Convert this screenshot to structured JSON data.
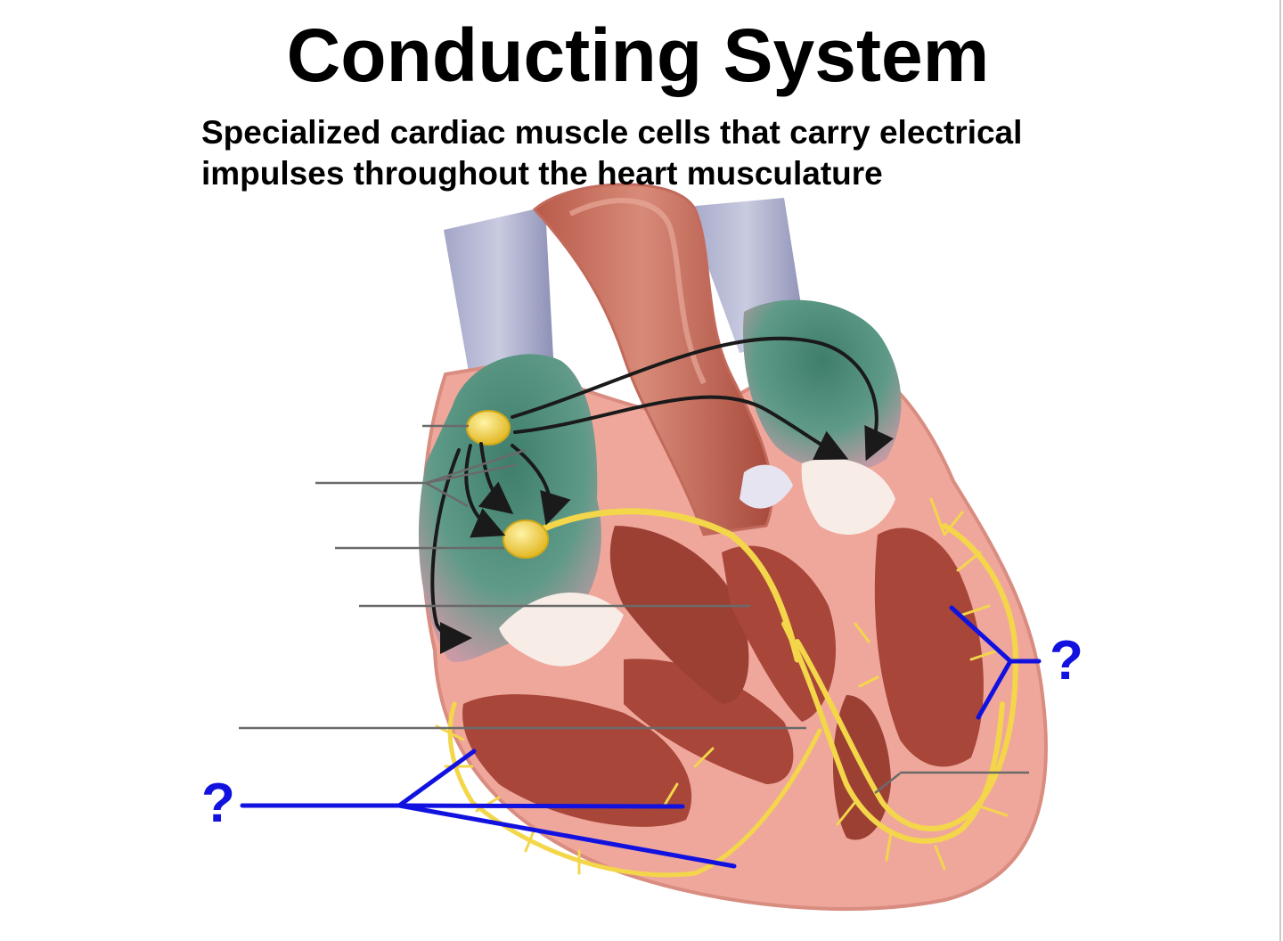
{
  "slide": {
    "title": "Conducting System",
    "subtitle_lines": [
      "Specialized cardiac muscle cells that carry electrical",
      "impulses throughout the heart musculature"
    ]
  },
  "labels": {
    "question_right": "?",
    "question_left": "?"
  },
  "colors": {
    "conduction_pathway": "#f3d64a",
    "node": "#f2d040",
    "pointer_lines": "#1212e0",
    "leader_lines": "#6a6a6a",
    "myocardium": "#a8463a",
    "endocardium": "#f0a79b",
    "atrium_tint": "#4f8f7c",
    "vein_tint": "#8e90b8"
  }
}
